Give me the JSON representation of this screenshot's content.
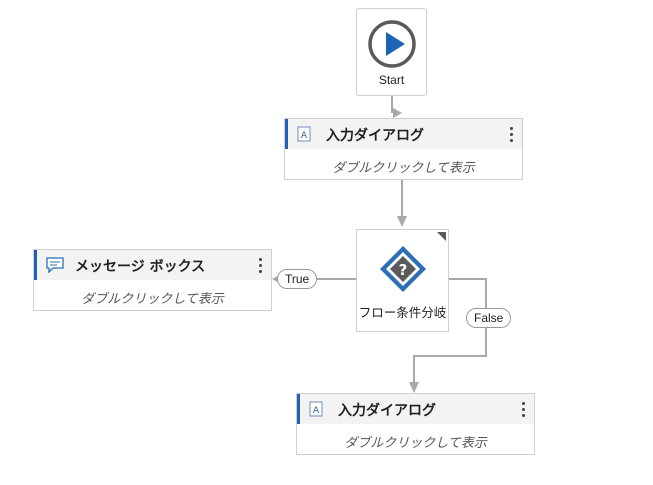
{
  "start": {
    "label": "Start",
    "icon": "play-icon"
  },
  "nodes": {
    "input_dialog_1": {
      "title": "入力ダイアログ",
      "hint": "ダブルクリックして表示",
      "icon": "input-dialog-icon"
    },
    "message_box": {
      "title": "メッセージ ボックス",
      "hint": "ダブルクリックして表示",
      "icon": "message-icon"
    },
    "flow_decision": {
      "label": "フロー条件分岐",
      "icon": "question-diamond-icon"
    },
    "input_dialog_2": {
      "title": "入力ダイアログ",
      "hint": "ダブルクリックして表示",
      "icon": "input-dialog-icon"
    }
  },
  "branches": {
    "true_label": "True",
    "false_label": "False"
  },
  "colors": {
    "accent": "#1e63b4",
    "connector": "#a9a9a9",
    "diamond": "#2b6fb6",
    "header_bg": "#f3f3f3"
  }
}
